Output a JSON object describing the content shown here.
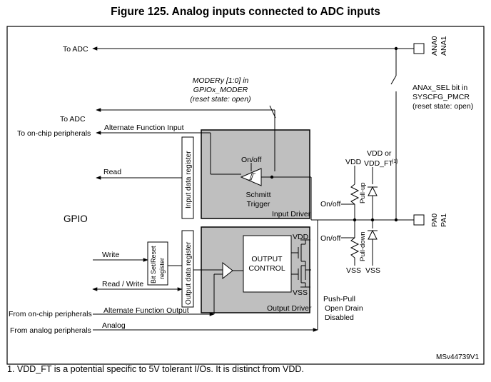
{
  "title": "Figure 125. Analog inputs connected to ADC inputs",
  "labels": {
    "to_adc_top": "To ADC",
    "ana0": "ANA0",
    "ana1": "ANA1",
    "moder_line1": "MODERy [1:0] in",
    "moder_line2": "GPIOx_MODER",
    "moder_line3": "(reset state: open)",
    "anax_line1": "ANAx_SEL bit in",
    "anax_line2": "SYSCFG_PMCR",
    "anax_line3": "(reset state: open)",
    "to_adc_mid": "To ADC",
    "to_onchip": "To on-chip peripherals",
    "alt_func_input": "Alternate Function Input",
    "read": "Read",
    "input_data_register": "Input data register",
    "onoff_schmitt": "On/off",
    "schmitt_line1": "Schmitt",
    "schmitt_line2": "Trigger",
    "input_driver": "Input Driver",
    "vdd_pullup": "VDD",
    "vdd_or_line1": "VDD or",
    "vdd_ft": "VDD_FT",
    "vdd_ft_sup": "(1)",
    "onoff_pullup": "On/off",
    "pullup": "Pull-up",
    "pa0": "PA0",
    "pa1": "PA1",
    "gpio": "GPIO",
    "onoff_pulldown": "On/off",
    "pulldown": "Pull-down",
    "vss_pulldown": "VSS",
    "vss_diode": "VSS",
    "write": "Write",
    "bit_set_reset_line1": "Bit Set/Reset",
    "bit_set_reset_line2": "register",
    "output_data_register": "Output data register",
    "output_control_line1": "OUTPUT",
    "output_control_line2": "CONTROL",
    "vdd_out": "VDD",
    "vss_out": "VSS",
    "read_write": "Read / Write",
    "from_onchip": "From on-chip peripherals",
    "alt_func_output": "Alternate Function Output",
    "output_driver": "Output Driver",
    "push_pull": "Push-Pull",
    "open_drain": "Open Drain",
    "disabled": "Disabled",
    "from_analog": "From analog peripherals",
    "analog": "Analog",
    "doc_id": "MSv44739V1"
  },
  "footnote": "1.   VDD_FT is a potential specific to 5V tolerant I/Os. It is distinct from VDD."
}
